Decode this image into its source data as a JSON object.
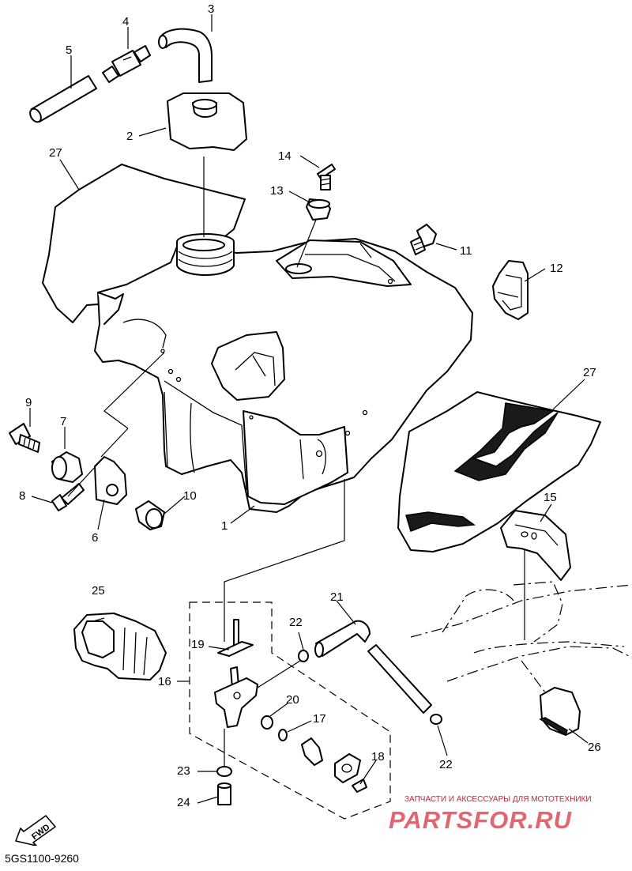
{
  "diagram": {
    "callouts": [
      {
        "id": "1",
        "label": "1"
      },
      {
        "id": "2",
        "label": "2"
      },
      {
        "id": "3",
        "label": "3"
      },
      {
        "id": "4",
        "label": "4"
      },
      {
        "id": "5",
        "label": "5"
      },
      {
        "id": "6",
        "label": "6"
      },
      {
        "id": "7",
        "label": "7"
      },
      {
        "id": "8",
        "label": "8"
      },
      {
        "id": "9",
        "label": "9"
      },
      {
        "id": "10",
        "label": "10"
      },
      {
        "id": "11",
        "label": "11"
      },
      {
        "id": "12",
        "label": "12"
      },
      {
        "id": "13",
        "label": "13"
      },
      {
        "id": "14",
        "label": "14"
      },
      {
        "id": "15",
        "label": "15"
      },
      {
        "id": "16",
        "label": "16"
      },
      {
        "id": "17",
        "label": "17"
      },
      {
        "id": "18",
        "label": "18"
      },
      {
        "id": "19",
        "label": "19"
      },
      {
        "id": "20",
        "label": "20"
      },
      {
        "id": "21",
        "label": "21"
      },
      {
        "id": "22a",
        "label": "22"
      },
      {
        "id": "22b",
        "label": "22"
      },
      {
        "id": "23",
        "label": "23"
      },
      {
        "id": "24",
        "label": "24"
      },
      {
        "id": "25",
        "label": "25"
      },
      {
        "id": "26",
        "label": "26"
      },
      {
        "id": "27a",
        "label": "27"
      },
      {
        "id": "27b",
        "label": "27"
      }
    ],
    "fwd_label": "FWD",
    "reference_code": "5GS1100-9260"
  },
  "watermark": {
    "subtitle": "ЗАПЧАСТИ И АКСЕССУАРЫ ДЛЯ МОТОТЕХНИКИ",
    "brand": "PARTSFOR.RU",
    "color": "#e36570"
  }
}
